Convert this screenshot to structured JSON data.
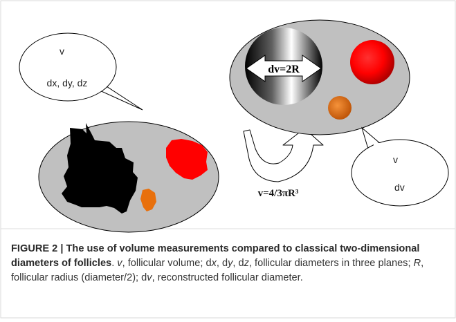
{
  "diagram": {
    "callout_left": {
      "line1": "v",
      "line2": "dx, dy, dz"
    },
    "callout_right": {
      "line1": "v",
      "line2": "dv"
    },
    "sphere_label": "dv=2R",
    "formula": "v=4/3πR³",
    "colors": {
      "ellipse_fill": "#c0c0c0",
      "large_follicle": "#000000",
      "red_follicle": "#ff0000",
      "orange_follicle": "#e8700c"
    },
    "icons": [
      "double-arrow-icon",
      "curved-arrow-icon"
    ]
  },
  "caption": {
    "label": "FIGURE 2 | ",
    "title": "The use of volume measurements compared to classical two-dimensional diameters of follicles",
    "t1": ". ",
    "v1": "v",
    "t2": ", follicular volume; d",
    "x": "x",
    "t3": ", d",
    "y": "y",
    "t4": ", d",
    "z": "z",
    "t5": ", follicular diameters in three planes; ",
    "R": "R",
    "t6": ", follicular radius (diameter/2); d",
    "v2": "v",
    "t7": ", reconstructed follicular diameter."
  }
}
